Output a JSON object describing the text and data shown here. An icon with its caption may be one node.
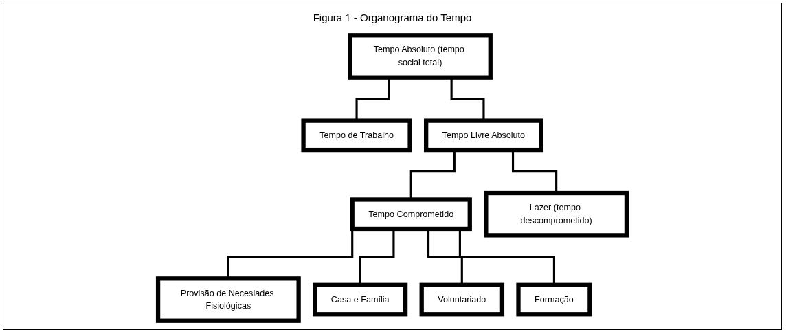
{
  "diagram": {
    "title": "Figura 1 - Organograma do Tempo",
    "nodes": [
      {
        "text": [
          "Tempo Absoluto (tempo social total)"
        ]
      },
      {
        "text": [
          "Tempo de Trabalho"
        ]
      },
      {
        "text": [
          "Tempo Livre Absoluto"
        ]
      },
      {
        "text": [
          "Tempo Comprometido"
        ]
      },
      {
        "text": [
          "Lazer (tempo descomprometido)"
        ]
      },
      {
        "text": [
          "Provisão de Necesiades Fisiológicas"
        ]
      },
      {
        "text": [
          "Casa e Família"
        ]
      },
      {
        "text": [
          "Voluntariado"
        ]
      },
      {
        "text": [
          "Formação"
        ]
      }
    ],
    "edges": [
      {
        "from": 0,
        "to": 1,
        "arrow": "none"
      },
      {
        "from": 0,
        "to": 2,
        "arrow": "none"
      },
      {
        "from": 2,
        "to": 3,
        "arrow": "none"
      },
      {
        "from": 2,
        "to": 4,
        "arrow": "none"
      },
      {
        "from": 3,
        "to": 5,
        "arrow": "none"
      },
      {
        "from": 3,
        "to": 6,
        "arrow": "none"
      },
      {
        "from": 3,
        "to": 7,
        "arrow": "none"
      },
      {
        "from": 3,
        "to": 8,
        "arrow": "none"
      }
    ]
  }
}
